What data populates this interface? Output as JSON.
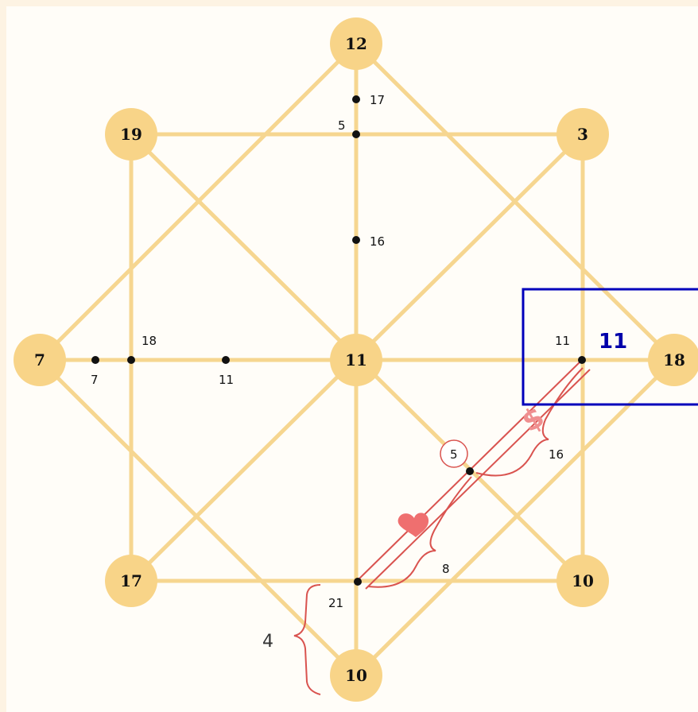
{
  "nodes": {
    "top": "12",
    "upper_left": "19",
    "upper_right": "3",
    "left": "7",
    "center": "11",
    "right": "18",
    "lower_left": "17",
    "lower_right": "10",
    "bottom": "10"
  },
  "dots": {
    "top_upper": "17",
    "top_lower": "5",
    "mid_vertical": "16",
    "left_far": "7",
    "left_cross": "18",
    "left_mid": "11",
    "right_point": "11",
    "diag_mid": "5",
    "bottom_point": "21"
  },
  "annotations": {
    "highlight_value": "11",
    "brace_upper": "16",
    "brace_lower": "8",
    "brace_left": "4",
    "symbol_dollar": "$"
  },
  "colors": {
    "line": "#f6d690",
    "node": "#f8d488",
    "highlight_box": "#0000bb",
    "annotation_red": "#d9534f",
    "heart": "#ef6f6f"
  }
}
